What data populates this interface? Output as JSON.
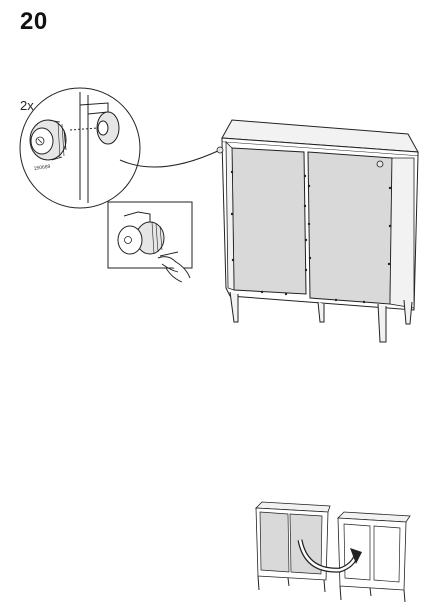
{
  "step": {
    "number": "20"
  },
  "callout": {
    "quantity_label": "2x",
    "part_number": "150689"
  },
  "colors": {
    "line": "#222222",
    "panel_fill": "#d9d9d9",
    "frame_fill": "#f2f2f2",
    "knob_fill": "#e6e6e6",
    "background": "#ffffff"
  },
  "icons": {
    "main_illustration": "cabinet-back-panel-icon",
    "detail_connector": "cam-lock-icon",
    "tighten_detail": "hand-turning-knob-icon",
    "transition_arrow": "curved-arrow-icon"
  }
}
